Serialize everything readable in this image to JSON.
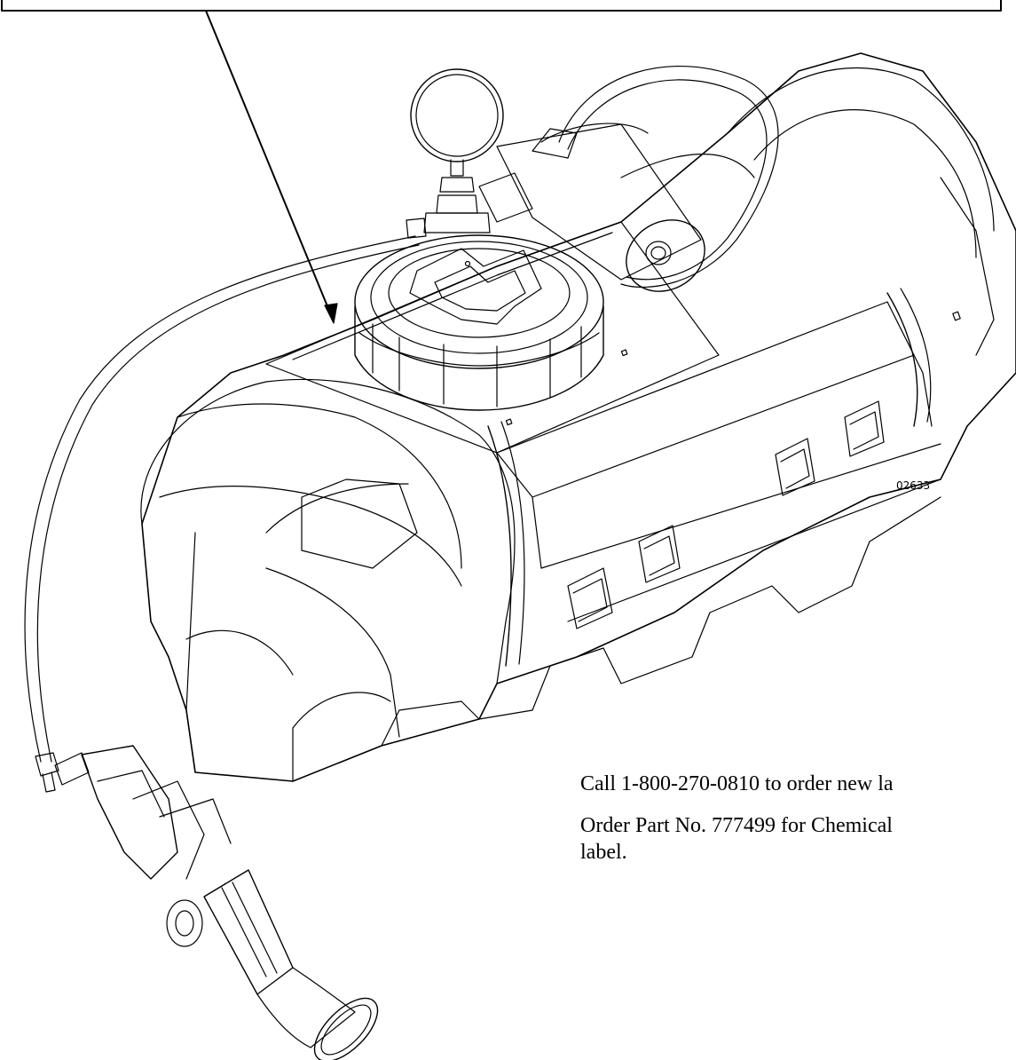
{
  "figure_number": "02633",
  "instructions": {
    "call_line": "Call 1-800-270-0810 to order new la",
    "order_line_1": "Order Part No. 777499 for Chemical",
    "order_line_2": "label."
  },
  "colors": {
    "line": "#000000",
    "background": "#ffffff"
  }
}
